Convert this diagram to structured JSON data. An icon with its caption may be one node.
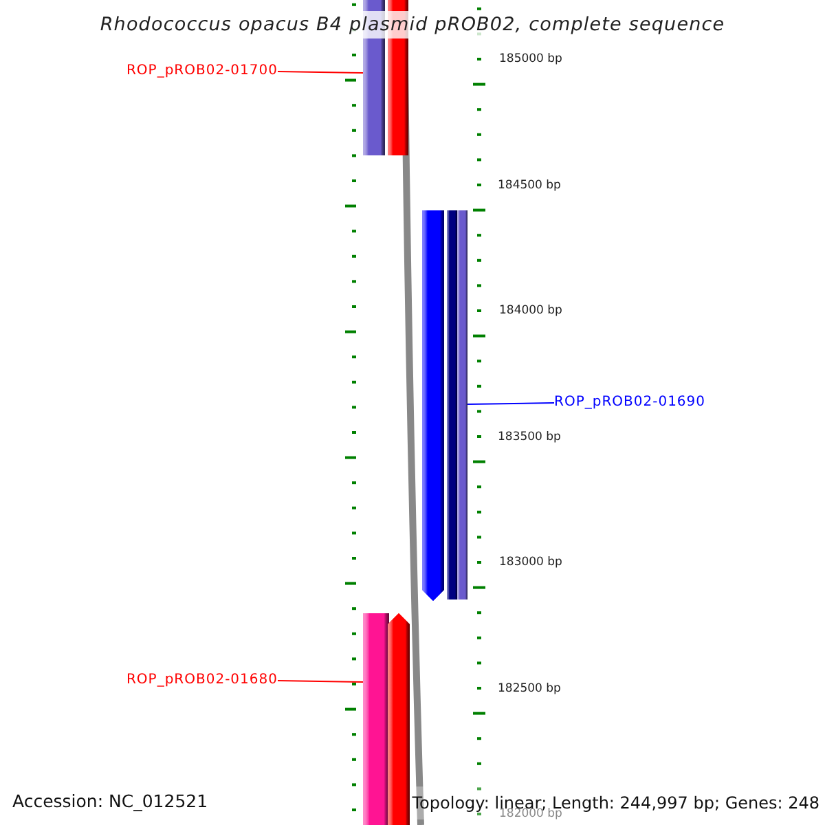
{
  "diagram": {
    "title": "Rhodococcus opacus B4 plasmid pROB02, complete sequence",
    "nodes": [
      {
        "text": [
          "ROP_pROB02-01700"
        ]
      },
      {
        "text": [],
        "shape": "bar"
      },
      {
        "text": [],
        "shape": "bar"
      },
      {
        "text": [],
        "shape": "bar"
      },
      {
        "text": [],
        "shape": "bar"
      },
      {
        "text": [
          "ROP_pROB02-01690"
        ]
      },
      {
        "text": [],
        "shape": "bar"
      },
      {
        "text": [],
        "shape": "bar"
      },
      {
        "text": [
          "ROP_pROB02-01680"
        ]
      }
    ],
    "edges": [
      {
        "from": 0,
        "to": 1,
        "arrow": "none"
      },
      {
        "from": 5,
        "to": 4,
        "arrow": "none",
        "color": "#0000ff"
      },
      {
        "from": 8,
        "to": 6,
        "arrow": "none"
      }
    ],
    "labels": [
      "185000 bp",
      "184500 bp",
      "184000 bp",
      "183500 bp",
      "183000 bp",
      "182500 bp",
      "182000 bp",
      "Accession: NC_012521",
      "Topology: linear; Length: 244,997 bp; Genes: 248"
    ]
  }
}
